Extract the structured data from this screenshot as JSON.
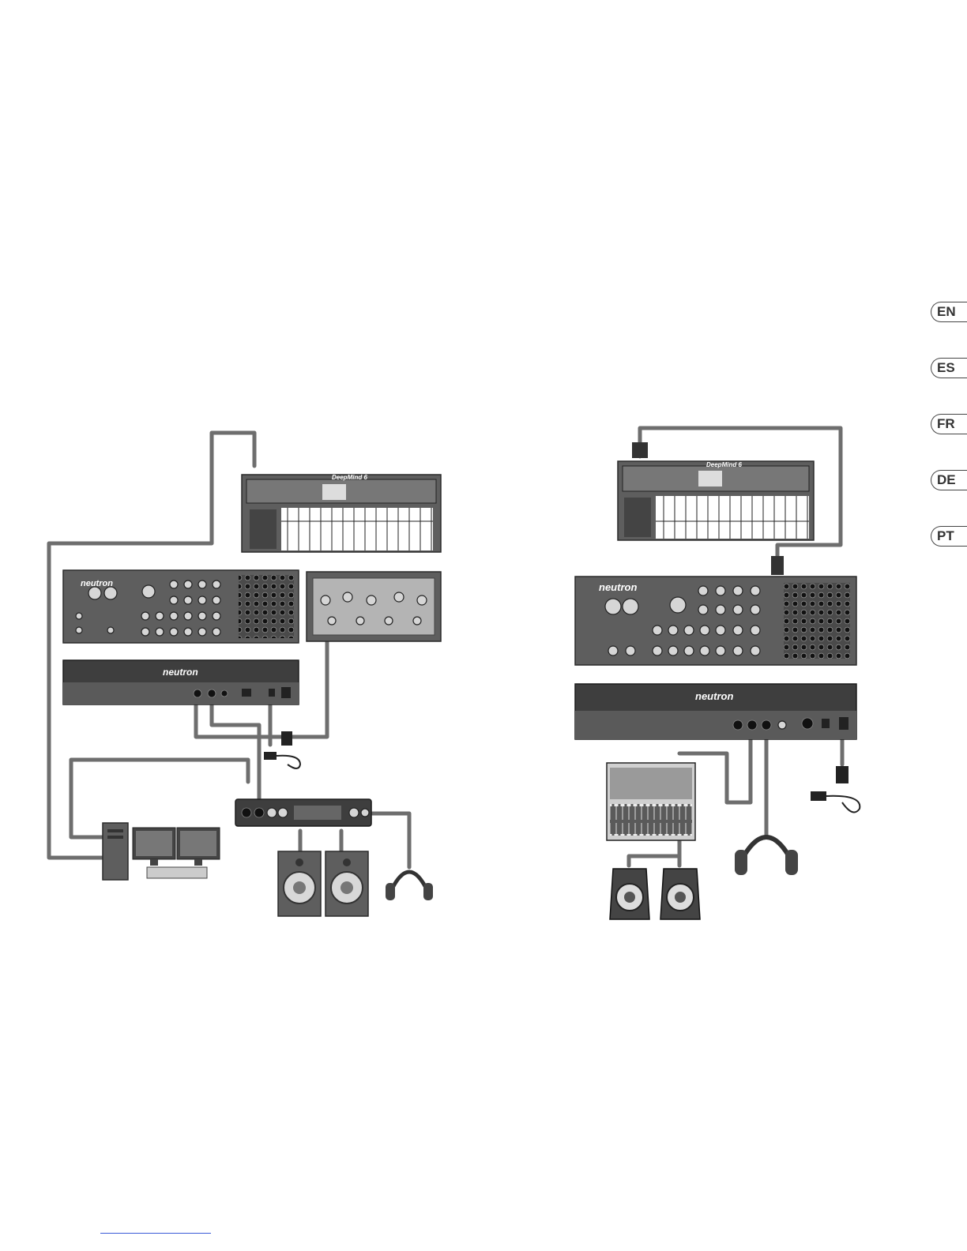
{
  "language_tabs": [
    "EN",
    "ES",
    "FR",
    "DE",
    "PT"
  ],
  "colors": {
    "device_body": "#5e5e5e",
    "device_dark": "#3e3e3e",
    "cable": "#6e6e6e",
    "tab_border": "#444444",
    "footer_rule": "#3a5bd8"
  },
  "devices": {
    "synth_brand_label": "neutron",
    "keyboard_brand_label": "DeepMind 6"
  }
}
